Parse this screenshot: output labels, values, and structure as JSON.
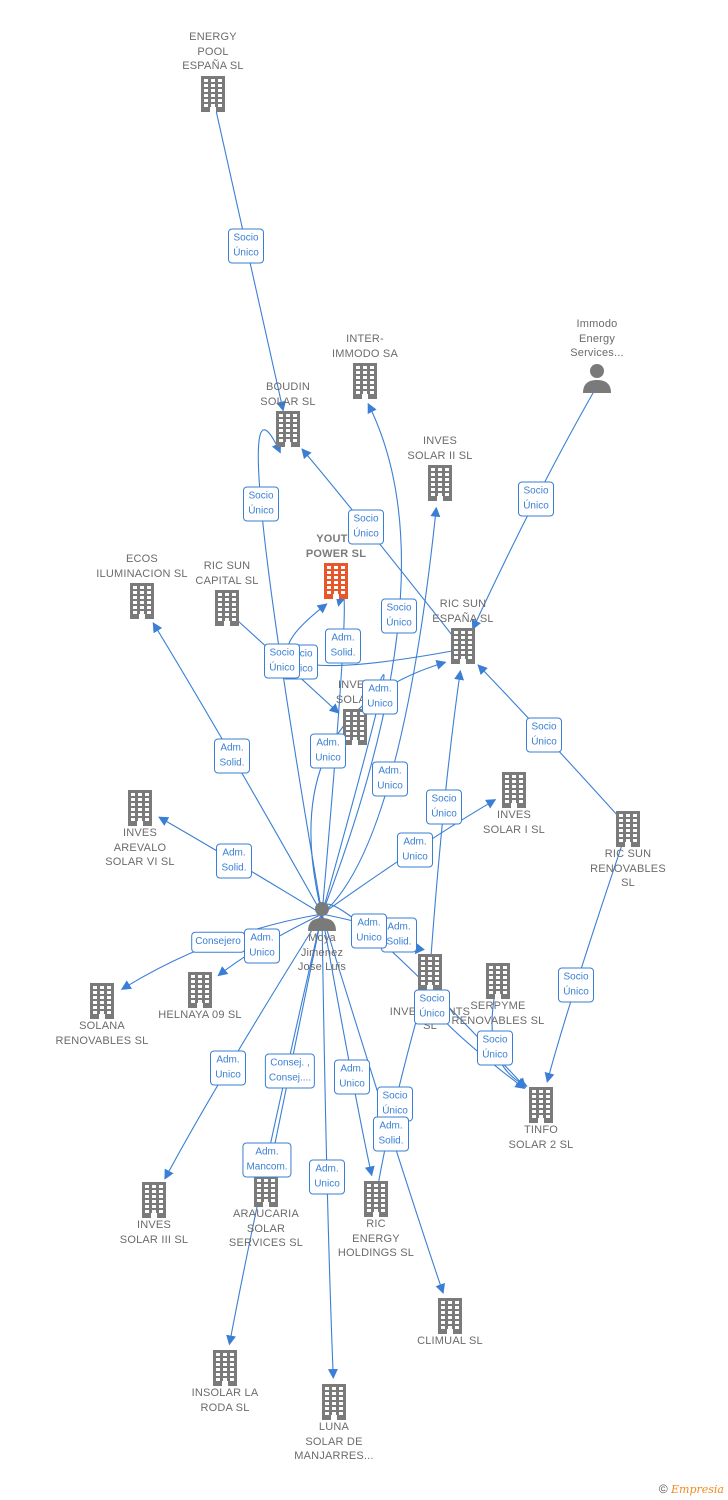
{
  "colors": {
    "edge": "#3a7fd5",
    "building": "#7a7a7a",
    "focus_building": "#e8562a",
    "person": "#7a7a7a",
    "label": "#6b6b6b"
  },
  "nodes": [
    {
      "id": "energy-pool",
      "label": "ENERGY\nPOOL\nESPAÑA SL",
      "type": "company"
    },
    {
      "id": "inter-immodo",
      "label": "INTER-\nIMMODO SA",
      "type": "company"
    },
    {
      "id": "immodo-energy",
      "label": "Immodo\nEnergy\nServices...",
      "type": "person"
    },
    {
      "id": "boudin",
      "label": "BOUDIN\nSOLAR SL",
      "type": "company"
    },
    {
      "id": "inves-ii",
      "label": "INVES\nSOLAR II SL",
      "type": "company"
    },
    {
      "id": "youth",
      "label": "YOUTH\nPOWER SL",
      "type": "company-focus"
    },
    {
      "id": "ecos",
      "label": "ECOS\nILUMINACION SL",
      "type": "company"
    },
    {
      "id": "ric-capital",
      "label": "RIC SUN\nCAPITAL SL",
      "type": "company"
    },
    {
      "id": "ric-espana",
      "label": "RIC SUN\nESPAÑA SL",
      "type": "company"
    },
    {
      "id": "inves-solar-mid",
      "label": "INVES\nSOLAR",
      "type": "company"
    },
    {
      "id": "inves-i",
      "label": "INVES\nSOLAR I SL",
      "type": "company"
    },
    {
      "id": "ric-renovables",
      "label": "RIC SUN\nRENOVABLES\nSL",
      "type": "company"
    },
    {
      "id": "inves-arevalo",
      "label": "INVES\nAREVALO\nSOLAR VI SL",
      "type": "company"
    },
    {
      "id": "moya",
      "label": "Moya\nJimenez\nJose Luis",
      "type": "person"
    },
    {
      "id": "helnaya",
      "label": "HELNAYA 09 SL",
      "type": "company"
    },
    {
      "id": "solana",
      "label": "SOLANA\nRENOVABLES SL",
      "type": "company"
    },
    {
      "id": "ric-investments",
      "label": "RIC\nINVESTMENTS\nSL",
      "type": "company"
    },
    {
      "id": "serpyme",
      "label": "SERPYME\nRENOVABLES SL",
      "type": "company"
    },
    {
      "id": "tinfo",
      "label": "TINFO\nSOLAR 2 SL",
      "type": "company"
    },
    {
      "id": "inves-iii",
      "label": "INVES\nSOLAR III SL",
      "type": "company"
    },
    {
      "id": "araucaria",
      "label": "ARAUCARIA\nSOLAR\nSERVICES SL",
      "type": "company"
    },
    {
      "id": "ric-energy",
      "label": "RIC\nENERGY\nHOLDINGS SL",
      "type": "company"
    },
    {
      "id": "climual",
      "label": "CLIMUAL SL",
      "type": "company"
    },
    {
      "id": "insolar",
      "label": "INSOLAR LA\nRODA SL",
      "type": "company"
    },
    {
      "id": "luna",
      "label": "LUNA\nSOLAR DE\nMANJARRES...",
      "type": "company"
    }
  ],
  "edges": [
    {
      "from": "energy-pool",
      "to": "boudin",
      "label": "Socio\nÚnico"
    },
    {
      "from": "moya",
      "to": "boudin",
      "label": "Socio\nÚnico"
    },
    {
      "from": "ric-espana",
      "to": "boudin",
      "label": "Socio\nÚnico"
    },
    {
      "from": "moya",
      "to": "inter-immodo",
      "label": "Socio\nÚnico"
    },
    {
      "from": "immodo-energy",
      "to": "ric-espana",
      "label": "Socio\nÚnico"
    },
    {
      "from": "moya",
      "to": "inves-ii",
      "label": "Adm.\nUnico"
    },
    {
      "from": "moya",
      "to": "youth",
      "label": "Adm.\nSolid."
    },
    {
      "from": "ric-espana",
      "to": "youth",
      "label": "Socio\nÚnico"
    },
    {
      "from": "moya",
      "to": "ecos",
      "label": "Adm.\nSolid."
    },
    {
      "from": "ric-capital",
      "to": "inves-solar-mid",
      "label": "Socio\nÚnico"
    },
    {
      "from": "moya",
      "to": "inves-solar-mid",
      "label": "Adm.\nUnico"
    },
    {
      "from": "moya",
      "to": "ric-espana",
      "label": "Adm.\nUnico"
    },
    {
      "from": "ric-investments",
      "to": "ric-espana",
      "label": "Socio\nÚnico"
    },
    {
      "from": "ric-renovables",
      "to": "ric-espana",
      "label": "Socio\nÚnico"
    },
    {
      "from": "moya",
      "to": "inves-i",
      "label": "Adm.\nUnico"
    },
    {
      "from": "ric-renovables",
      "to": "tinfo",
      "label": "Socio\nÚnico"
    },
    {
      "from": "moya",
      "to": "inves-arevalo",
      "label": "Adm.\nSolid."
    },
    {
      "from": "moya",
      "to": "solana",
      "label": "Consejero"
    },
    {
      "from": "moya",
      "to": "helnaya",
      "label": "Adm.\nUnico"
    },
    {
      "from": "moya",
      "to": "ric-investments",
      "label": "Adm.\nSolid."
    },
    {
      "from": "moya",
      "to": "tinfo",
      "label": "Adm.\nUnico"
    },
    {
      "from": "ric-investments",
      "to": "tinfo",
      "label": "Socio\nÚnico"
    },
    {
      "from": "serpyme",
      "to": "tinfo",
      "label": "Socio\nÚnico"
    },
    {
      "from": "moya",
      "to": "inves-iii",
      "label": "Adm.\nUnico"
    },
    {
      "from": "moya",
      "to": "araucaria",
      "label": "Consej. ,\nConsej...."
    },
    {
      "from": "moya",
      "to": "insolar",
      "label": "Adm.\nMancom."
    },
    {
      "from": "moya",
      "to": "ric-energy",
      "label": "Adm.\nUnico"
    },
    {
      "from": "ric-energy",
      "to": "ric-investments",
      "label": "Socio\nÚnico"
    },
    {
      "from": "moya",
      "to": "climual",
      "label": "Adm.\nSolid."
    },
    {
      "from": "moya",
      "to": "luna",
      "label": "Adm.\nUnico"
    }
  ],
  "footer": {
    "symbol": "©",
    "brand": "Empresia"
  }
}
